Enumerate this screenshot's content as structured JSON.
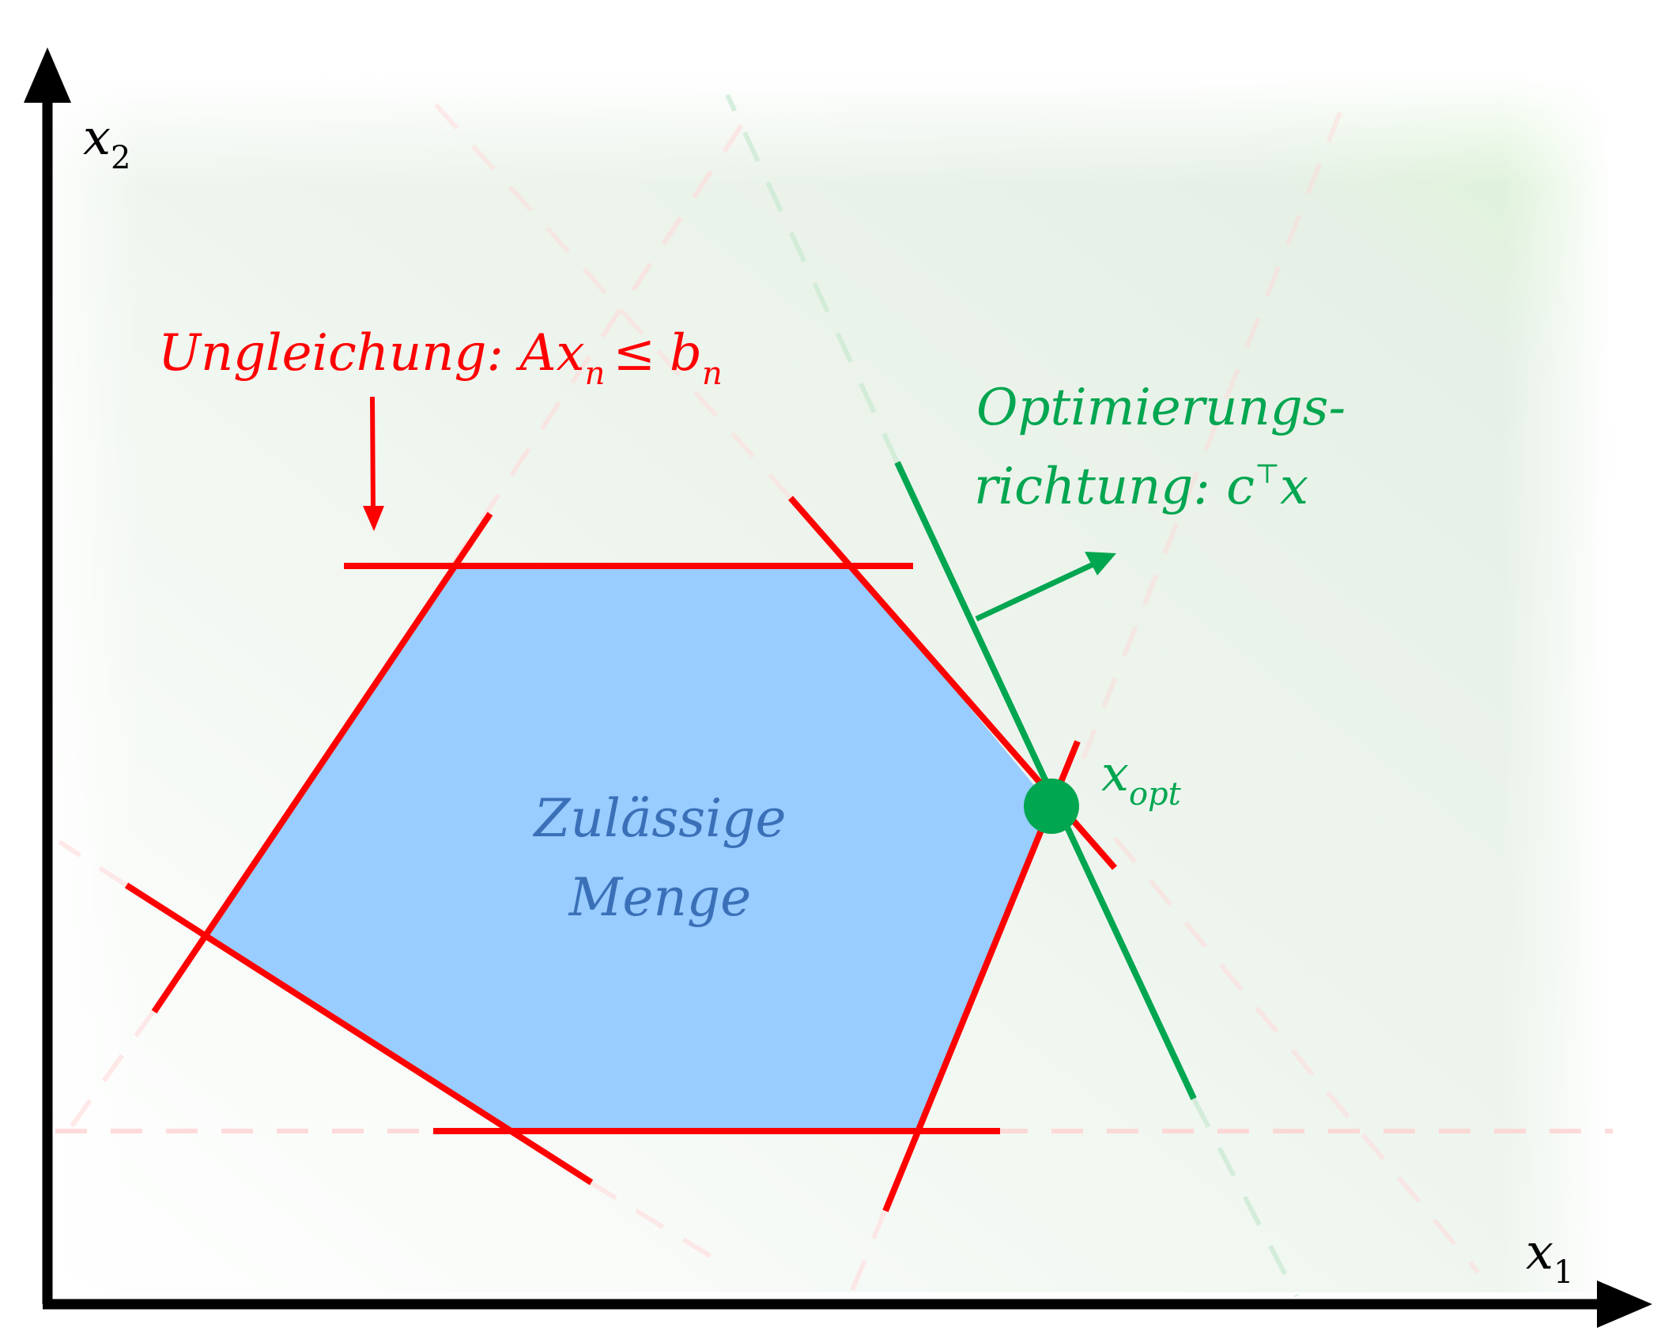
{
  "axes": {
    "x_label": "x",
    "x_sub": "1",
    "y_label": "x",
    "y_sub": "2"
  },
  "constraint_label": {
    "text": "Ungleichung: Ax",
    "sub_n1": "n",
    "leq": "≤",
    "b": "b",
    "sub_n2": "n"
  },
  "objective_label": {
    "line1": "Optimierungs-",
    "line2_prefix": "richtung: c",
    "sup": "⊤",
    "line2_suffix": "x"
  },
  "feasible_label": {
    "line1": "Zulässige",
    "line2": "Menge"
  },
  "optimum_label": {
    "text": "x",
    "sub": "opt"
  },
  "colors": {
    "constraint": "#ff0000",
    "objective": "#00a650",
    "feasible_fill": "#99ccff",
    "feasible_text": "#3a70b8",
    "axis": "#000000",
    "background_tint": "#e6f2e6"
  }
}
